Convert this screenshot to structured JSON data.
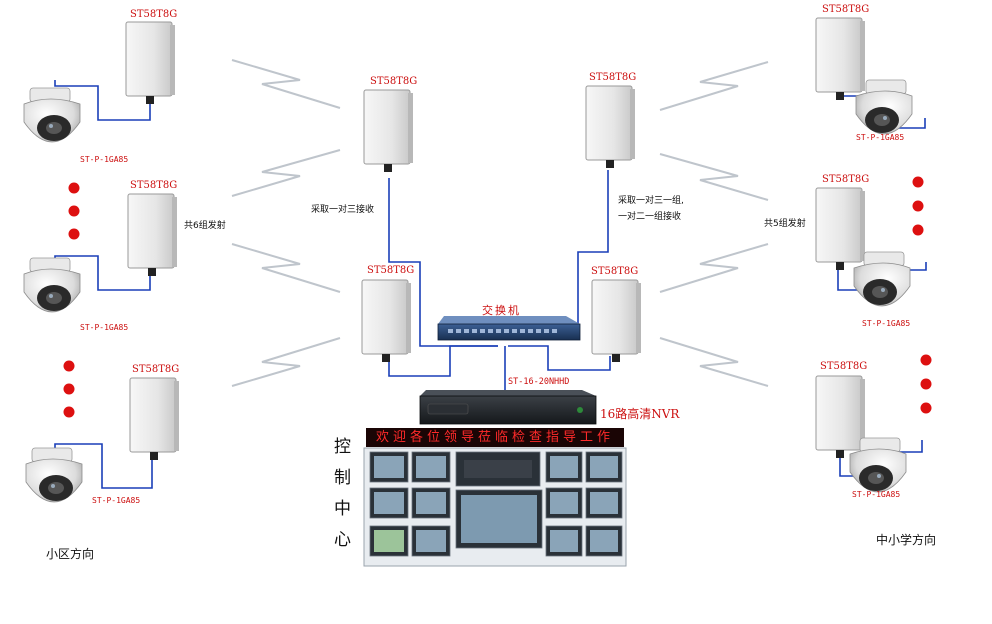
{
  "antenna_model": "ST58T8G",
  "camera_model": "ST-P-1GA85",
  "switch_label": "交换机",
  "nvr_model": "ST-16-20NHHD",
  "nvr_label": "16路高清NVR",
  "left_group_label": "共6组发射",
  "right_group_label": "共5组发射",
  "left_relay_label": "采取一对三接收",
  "right_relay_label_line1": "采取一对三一组,",
  "right_relay_label_line2": "一对二一组接收",
  "led_banner": "欢迎各位领导莅临检查指导工作",
  "control_center_chars": [
    "控",
    "制",
    "中",
    "心"
  ],
  "left_direction": "小区方向",
  "right_direction": "中小学方向",
  "colors": {
    "cable": "#1a3fb8",
    "label_red": "#cc1010",
    "dot_red": "#dd1010",
    "antenna_body": "#ececec",
    "switch_body": "#1f3d66",
    "nvr_body": "#1e2226"
  }
}
